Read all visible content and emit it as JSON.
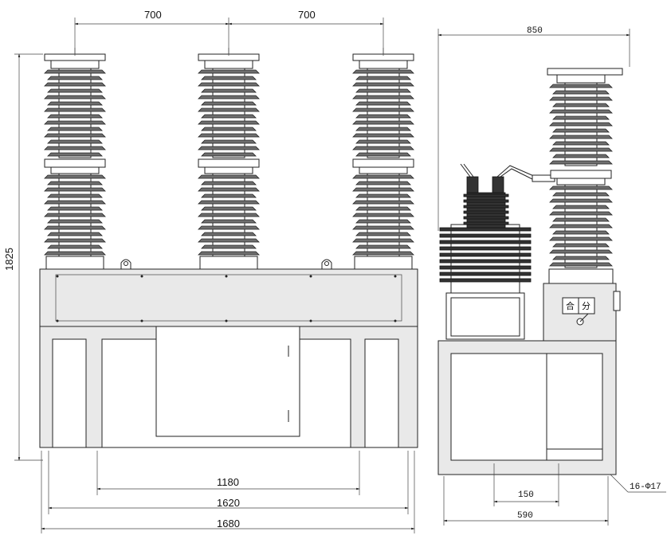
{
  "dimensions": {
    "pole_spacing_left": "700",
    "pole_spacing_right": "700",
    "height": "1825",
    "side_width": "850",
    "foot_inner": "1180",
    "foot_mid": "1620",
    "overall_width": "1680",
    "side_gap": "150",
    "side_base": "590",
    "mount_holes": "16-Φ17"
  },
  "panel_labels": {
    "close": "合",
    "open": "分"
  },
  "colors": {
    "porcelain": "#6e6e6e",
    "transformer": "#333333",
    "frame": "#e9e9e9"
  }
}
